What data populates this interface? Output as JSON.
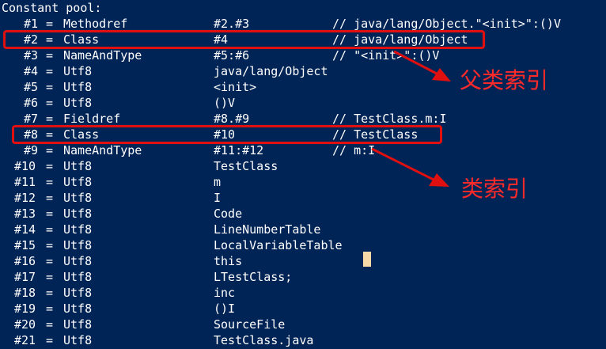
{
  "header": "Constant pool:",
  "entries": [
    {
      "id": "#1",
      "kind": "Methodref",
      "ref": "#2.#3",
      "comment": "// java/lang/Object.\"<init>\":()V"
    },
    {
      "id": "#2",
      "kind": "Class",
      "ref": "#4",
      "comment": "// java/lang/Object"
    },
    {
      "id": "#3",
      "kind": "NameAndType",
      "ref": "#5:#6",
      "comment": "// \"<init>\":()V"
    },
    {
      "id": "#4",
      "kind": "Utf8",
      "ref": "java/lang/Object",
      "comment": ""
    },
    {
      "id": "#5",
      "kind": "Utf8",
      "ref": "<init>",
      "comment": ""
    },
    {
      "id": "#6",
      "kind": "Utf8",
      "ref": "()V",
      "comment": ""
    },
    {
      "id": "#7",
      "kind": "Fieldref",
      "ref": "#8.#9",
      "comment": "// TestClass.m:I"
    },
    {
      "id": "#8",
      "kind": "Class",
      "ref": "#10",
      "comment": "// TestClass"
    },
    {
      "id": "#9",
      "kind": "NameAndType",
      "ref": "#11:#12",
      "comment": "// m:I"
    },
    {
      "id": "#10",
      "kind": "Utf8",
      "ref": "TestClass",
      "comment": ""
    },
    {
      "id": "#11",
      "kind": "Utf8",
      "ref": "m",
      "comment": ""
    },
    {
      "id": "#12",
      "kind": "Utf8",
      "ref": "I",
      "comment": ""
    },
    {
      "id": "#13",
      "kind": "Utf8",
      "ref": "Code",
      "comment": ""
    },
    {
      "id": "#14",
      "kind": "Utf8",
      "ref": "LineNumberTable",
      "comment": ""
    },
    {
      "id": "#15",
      "kind": "Utf8",
      "ref": "LocalVariableTable",
      "comment": ""
    },
    {
      "id": "#16",
      "kind": "Utf8",
      "ref": "this",
      "comment": ""
    },
    {
      "id": "#17",
      "kind": "Utf8",
      "ref": "LTestClass;",
      "comment": ""
    },
    {
      "id": "#18",
      "kind": "Utf8",
      "ref": "inc",
      "comment": ""
    },
    {
      "id": "#19",
      "kind": "Utf8",
      "ref": "()I",
      "comment": ""
    },
    {
      "id": "#20",
      "kind": "Utf8",
      "ref": "SourceFile",
      "comment": ""
    },
    {
      "id": "#21",
      "kind": "Utf8",
      "ref": "TestClass.java",
      "comment": ""
    }
  ],
  "annotations": {
    "parent_class_index": "父类索引",
    "class_index": "类索引"
  },
  "colors": {
    "background": "#012456",
    "text": "#ffffff",
    "highlight": "#e01010",
    "cursor": "#f7d9a9"
  }
}
